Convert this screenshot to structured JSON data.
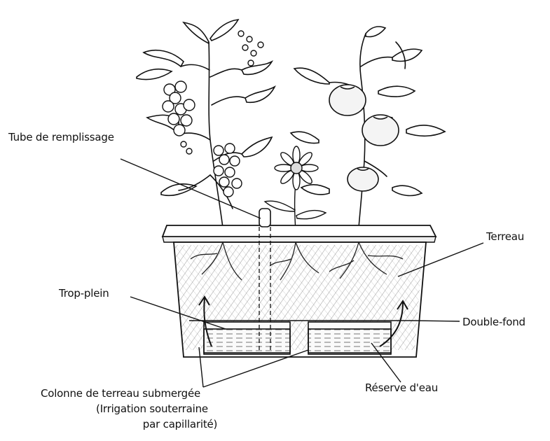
{
  "labels": {
    "tube": "Tube de remplissage",
    "trop_plein": "Trop-plein",
    "terreau": "Terreau",
    "double_fond": "Double-fond",
    "reserve": "Réserve d'eau",
    "colonne_line1": "Colonne de terreau submergée",
    "colonne_line2": "(Irrigation souterraine",
    "colonne_line3": "par capillarité)"
  }
}
